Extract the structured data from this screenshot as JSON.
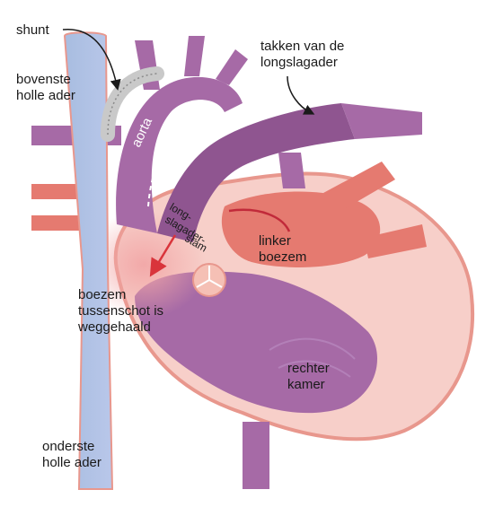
{
  "labels": {
    "shunt": "shunt",
    "svc_line1": "bovenste",
    "svc_line2": "holle ader",
    "branches_line1": "takken van de",
    "branches_line2": "longslagader",
    "aorta": "aorta",
    "pa_line1": "long-",
    "pa_line2": "slagader-",
    "pa_line3": "stam",
    "la_line1": "linker",
    "la_line2": "boezem",
    "septum_line1": "boezem",
    "septum_line2": "tussenschot is",
    "septum_line3": "weggehaald",
    "rv_line1": "rechter",
    "rv_line2": "kamer",
    "ivc_line1": "onderste",
    "ivc_line2": "holle ader"
  },
  "colors": {
    "purple": "#a66aa6",
    "purple_dark": "#8f5590",
    "blue_vein": "#a8bde0",
    "pink_heart": "#f7cfc9",
    "pink_outline": "#e8978d",
    "red_atrium": "#e57a70",
    "shunt_grey": "#c9c9c9",
    "arrow_red": "#d9343b"
  }
}
